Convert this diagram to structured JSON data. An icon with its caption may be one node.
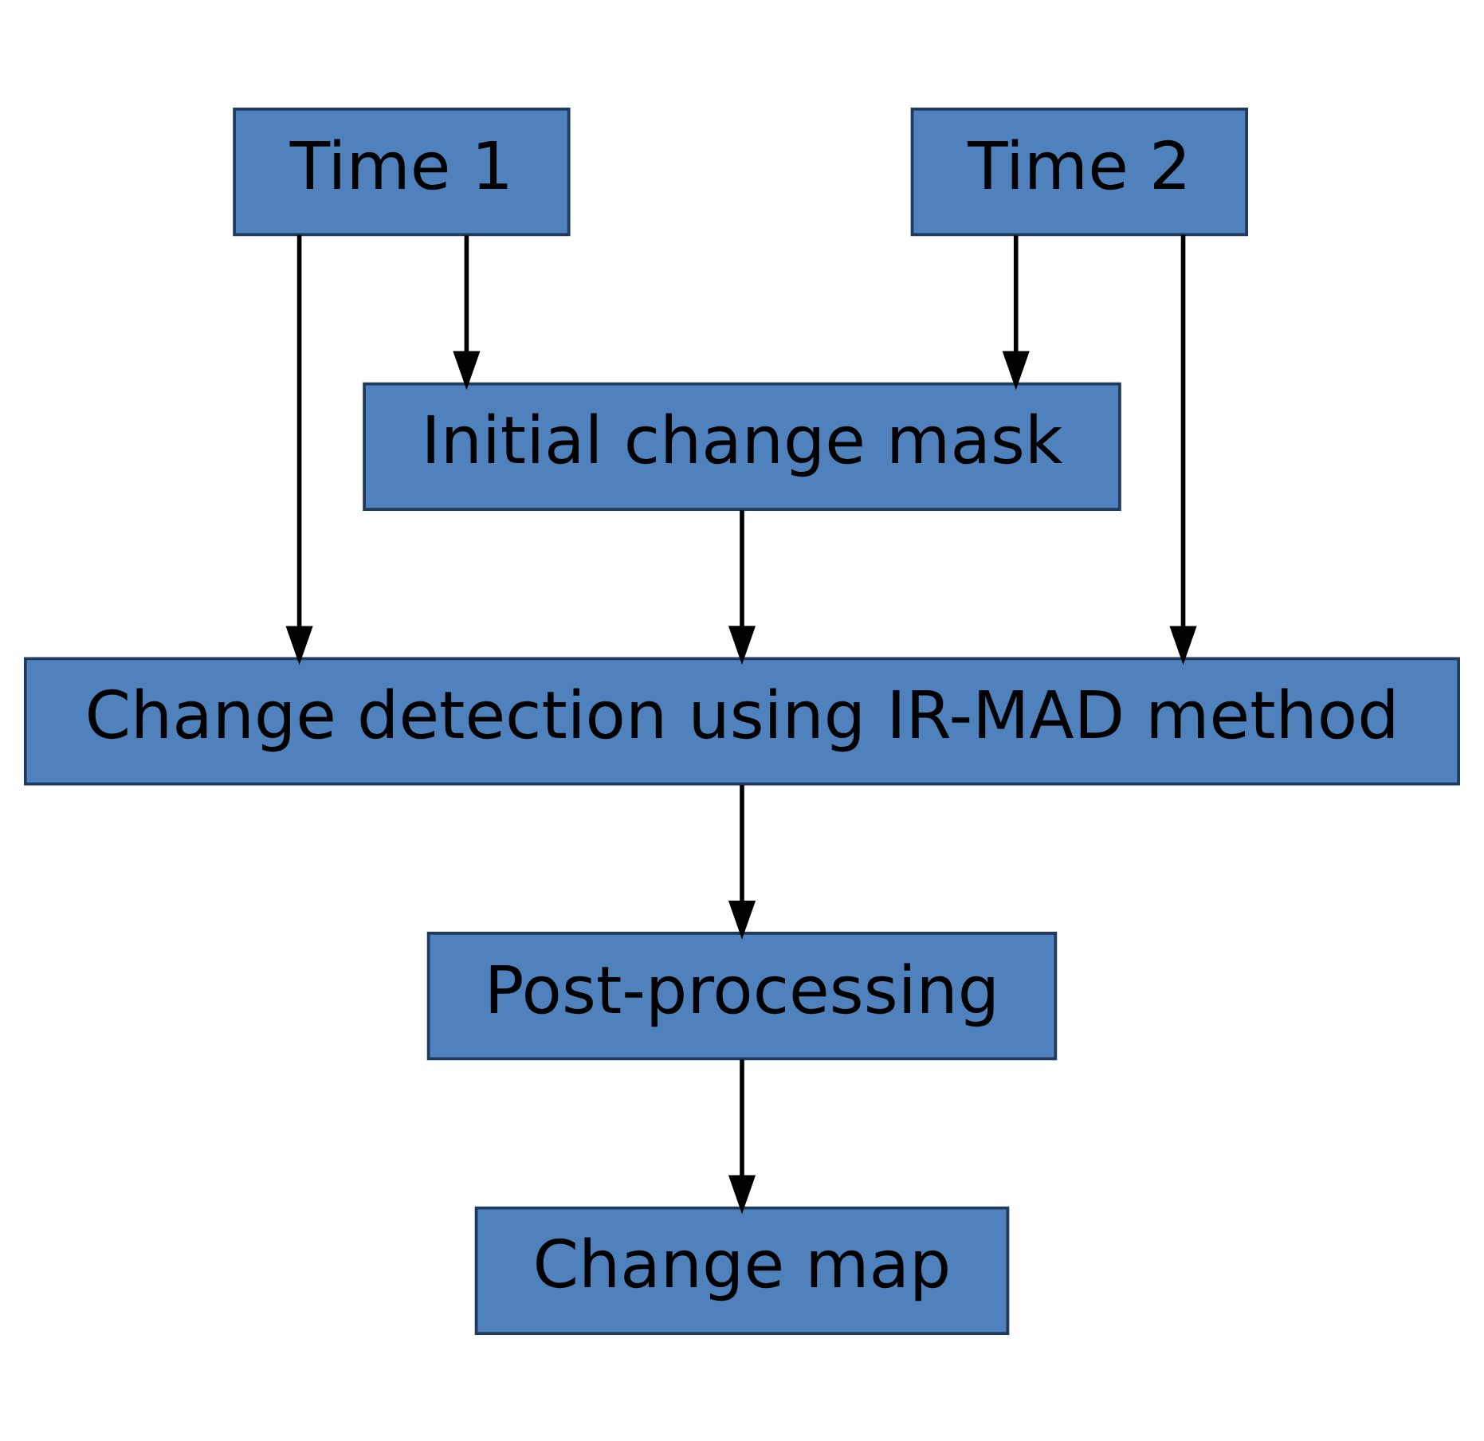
{
  "diagram": {
    "nodes": [
      {
        "text": [
          "Time 1"
        ]
      },
      {
        "text": [
          "Time 2"
        ]
      },
      {
        "text": [
          "Initial change mask"
        ]
      },
      {
        "text": [
          "Change detection using IR-MAD method"
        ]
      },
      {
        "text": [
          "Post-processing"
        ]
      },
      {
        "text": [
          "Change map"
        ]
      }
    ],
    "edges": [
      {
        "from": 0,
        "to": 2,
        "arrow": "to"
      },
      {
        "from": 1,
        "to": 2,
        "arrow": "to"
      },
      {
        "from": 0,
        "to": 3,
        "arrow": "to"
      },
      {
        "from": 2,
        "to": 3,
        "arrow": "to"
      },
      {
        "from": 1,
        "to": 3,
        "arrow": "to"
      },
      {
        "from": 3,
        "to": 4,
        "arrow": "to"
      },
      {
        "from": 4,
        "to": 5,
        "arrow": "to"
      }
    ]
  }
}
